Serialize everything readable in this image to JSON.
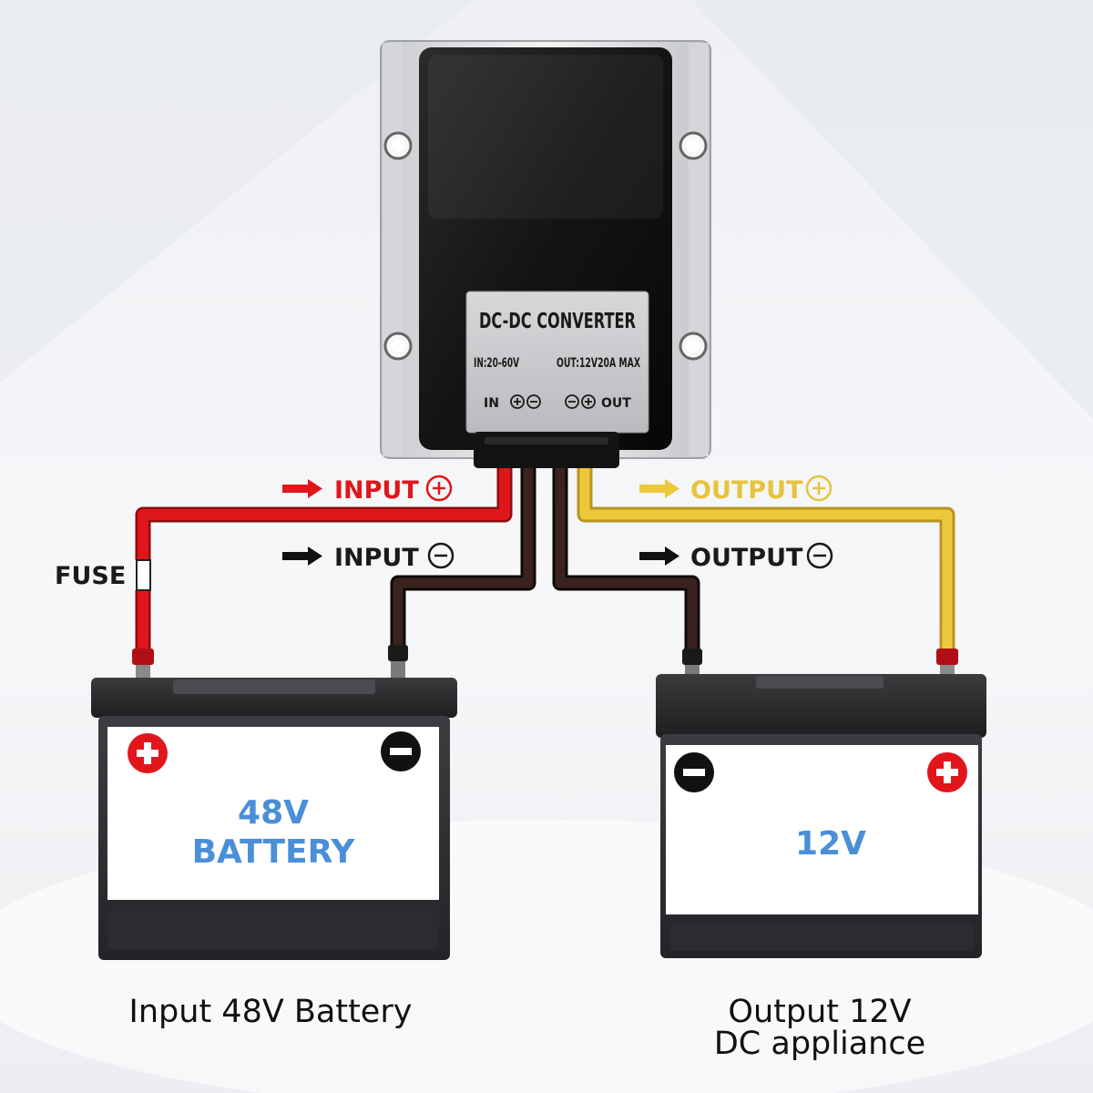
{
  "converter": {
    "title": "DC-DC CONVERTER",
    "input_spec": "IN:20-60V",
    "output_spec": "OUT:12V20A MAX",
    "in_label": "IN",
    "out_label": "OUT"
  },
  "wires": {
    "input_positive": "INPUT",
    "input_negative": "INPUT",
    "output_positive": "OUTPUT",
    "output_negative": "OUTPUT",
    "fuse": "FUSE"
  },
  "left_battery": {
    "voltage": "48V",
    "name": "BATTERY",
    "caption": "Input 48V Battery"
  },
  "right_battery": {
    "voltage": "12V",
    "caption_line1": "Output 12V",
    "caption_line2": "DC appliance"
  },
  "colors": {
    "positive_wire": "#e0161b",
    "negative_wire": "#2a1a17",
    "output_wire": "#ecc93a",
    "battery_text": "#4a8fd8",
    "positive_badge": "#e0161b",
    "negative_badge": "#111111"
  }
}
